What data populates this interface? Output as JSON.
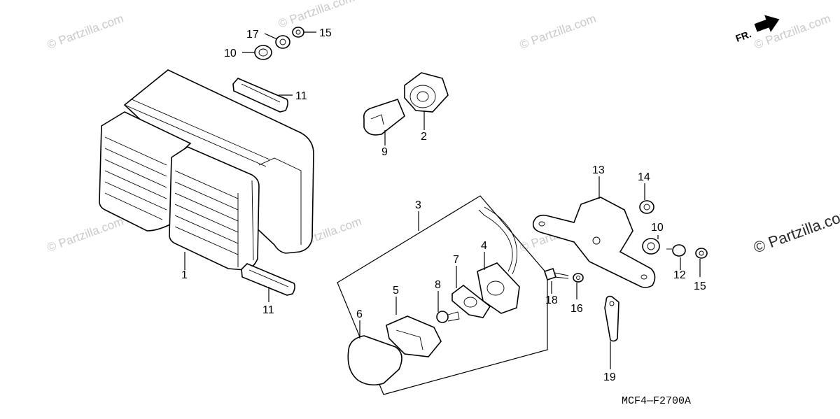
{
  "watermark": {
    "brand": "© Partzilla.com",
    "corner": "© Partzilla.com"
  },
  "orientation": {
    "label": "FR."
  },
  "diagram_code": "MCF4—F2700A",
  "callouts": {
    "c1": "1",
    "c2": "2",
    "c3": "3",
    "c4": "4",
    "c5": "5",
    "c6": "6",
    "c7": "7",
    "c8": "8",
    "c9": "9",
    "c10a": "10",
    "c10b": "10",
    "c11a": "11",
    "c11b": "11",
    "c12": "12",
    "c13": "13",
    "c14": "14",
    "c15a": "15",
    "c15b": "15",
    "c16": "16",
    "c17": "17",
    "c18": "18",
    "c19": "19"
  }
}
